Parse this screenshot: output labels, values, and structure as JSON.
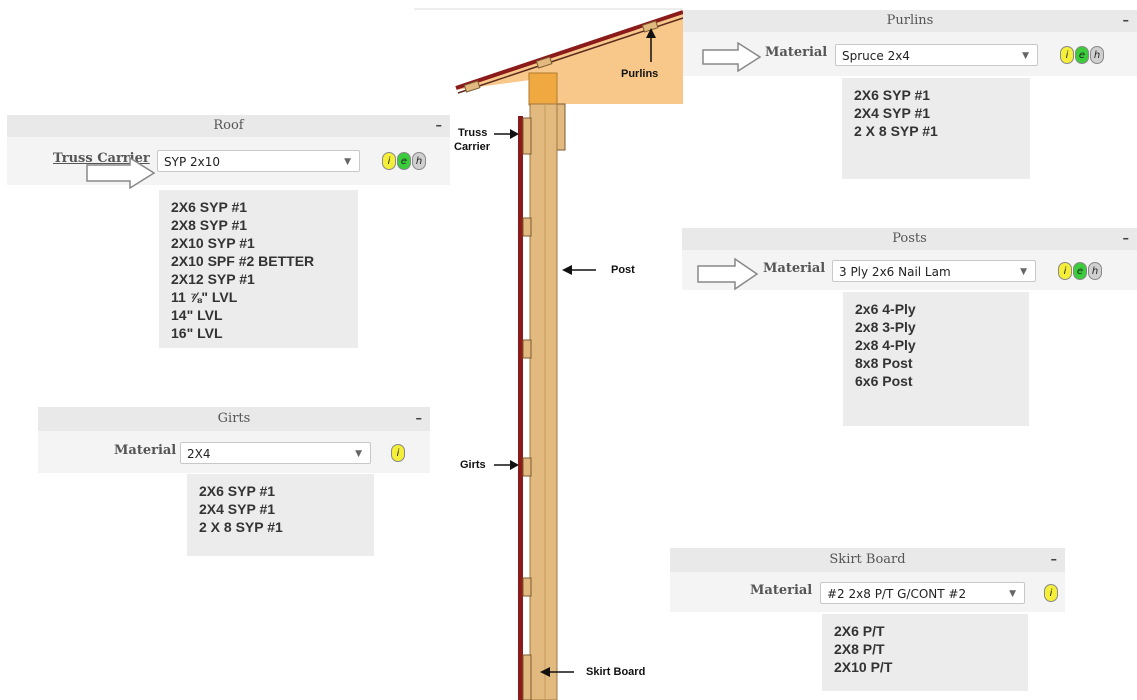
{
  "purlins": {
    "title": "Purlins",
    "field_label": "Material",
    "selected": "Spruce 2x4",
    "options": [
      "2X6 SYP #1",
      "2X4 SYP #1",
      "2 X 8 SYP #1"
    ],
    "badges": [
      "i",
      "e",
      "h"
    ]
  },
  "roof": {
    "title": "Roof",
    "field_label": "Truss Carrier",
    "selected": "SYP 2x10",
    "options": [
      "2X6 SYP #1",
      "2X8 SYP #1",
      "2X10 SYP #1",
      "2X10 SPF #2 BETTER",
      "2X12 SYP #1",
      "11 ⅞\" LVL",
      "14\" LVL",
      "16\" LVL"
    ],
    "badges": [
      "i",
      "e",
      "h"
    ]
  },
  "posts": {
    "title": "Posts",
    "field_label": "Material",
    "selected": "3 Ply 2x6 Nail Lam",
    "options": [
      "2x6 4-Ply",
      "2x8 3-Ply",
      "2x8 4-Ply",
      "8x8 Post",
      "6x6 Post"
    ],
    "badges": [
      "i",
      "e",
      "h"
    ]
  },
  "girts": {
    "title": "Girts",
    "field_label": "Material",
    "selected": "2X4",
    "options": [
      "2X6 SYP #1",
      "2X4 SYP #1",
      "2 X 8 SYP #1"
    ],
    "badges": [
      "i"
    ]
  },
  "skirt_board": {
    "title": "Skirt Board",
    "field_label": "Material",
    "selected": "#2 2x8 P/T G/CONT #2",
    "options": [
      "2X6 P/T",
      "2X8 P/T",
      "2X10 P/T"
    ],
    "badges": [
      "i"
    ]
  },
  "diagram_labels": {
    "purlins": "Purlins",
    "truss_carrier_1": "Truss",
    "truss_carrier_2": "Carrier",
    "post": "Post",
    "girts": "Girts",
    "skirt_board": "Skirt Board"
  },
  "minimize_symbol": "–",
  "colors": {
    "wood": "#e2b97f",
    "wood_dark": "#c89a5a",
    "siding": "#8b1a1a",
    "roof_fill": "#f8c88a",
    "badge_i": "#f5ef3a",
    "badge_e": "#3bcc3b",
    "badge_h": "#d0d0d0"
  }
}
